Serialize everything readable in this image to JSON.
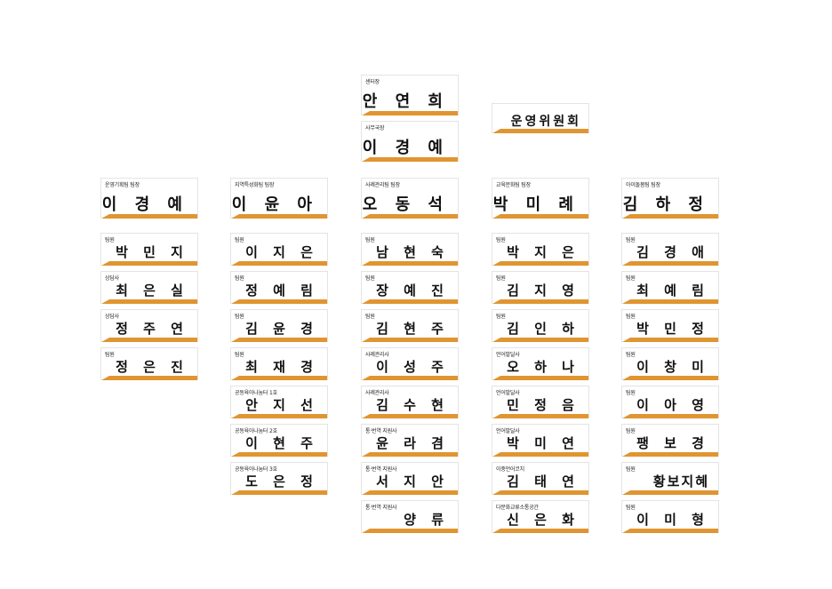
{
  "director": {
    "role": "센터장",
    "name": "안 연 희"
  },
  "secretary": {
    "role": "사무국장",
    "name": "이 경 예"
  },
  "committee": {
    "name": "운영위원회"
  },
  "teams": [
    {
      "lead": {
        "role": "운영기획팀 팀장",
        "name": "이 경 예"
      },
      "members": [
        {
          "role": "팀원",
          "name": "박 민 지"
        },
        {
          "role": "상담사",
          "name": "최 은 실"
        },
        {
          "role": "상담사",
          "name": "정 주 연"
        },
        {
          "role": "팀원",
          "name": "정 은 진"
        }
      ]
    },
    {
      "lead": {
        "role": "지역특성화팀 팀장",
        "name": "이 윤 아"
      },
      "members": [
        {
          "role": "팀원",
          "name": "이 지 은"
        },
        {
          "role": "팀원",
          "name": "정 예 림"
        },
        {
          "role": "팀원",
          "name": "김 윤 경"
        },
        {
          "role": "팀원",
          "name": "최 재 경"
        },
        {
          "role": "공동육아나눔터 1호",
          "name": "안 지 선"
        },
        {
          "role": "공동육아나눔터 2호",
          "name": "이 현 주"
        },
        {
          "role": "공동육아나눔터 3호",
          "name": "도 은 정"
        }
      ]
    },
    {
      "lead": {
        "role": "사례관리팀 팀장",
        "name": "오 동 석"
      },
      "members": [
        {
          "role": "팀원",
          "name": "남 현 숙"
        },
        {
          "role": "팀원",
          "name": "장 예 진"
        },
        {
          "role": "팀원",
          "name": "김 현 주"
        },
        {
          "role": "사례관리사",
          "name": "이 성 주"
        },
        {
          "role": "사례관리사",
          "name": "김 수 현"
        },
        {
          "role": "통·번역 지원사",
          "name": "윤 라 겸"
        },
        {
          "role": "통·번역 지원사",
          "name": "서 지 안"
        },
        {
          "role": "통·번역 지원사",
          "name": "양 류"
        }
      ]
    },
    {
      "lead": {
        "role": "교육문화팀 팀장",
        "name": "박 미 례"
      },
      "members": [
        {
          "role": "팀원",
          "name": "박 지 은"
        },
        {
          "role": "팀원",
          "name": "김 지 영"
        },
        {
          "role": "팀원",
          "name": "김 인 하"
        },
        {
          "role": "언어발달사",
          "name": "오 하 나"
        },
        {
          "role": "언어발달사",
          "name": "민 정 음"
        },
        {
          "role": "언어발달사",
          "name": "박 미 연"
        },
        {
          "role": "이중언어코치",
          "name": "김 태 연"
        },
        {
          "role": "다문화교류소통공간",
          "name": "신 은 화"
        }
      ]
    },
    {
      "lead": {
        "role": "아이돌봄팀 팀장",
        "name": "김 하 정"
      },
      "members": [
        {
          "role": "팀원",
          "name": "김 경 애"
        },
        {
          "role": "팀원",
          "name": "최 예 림"
        },
        {
          "role": "팀원",
          "name": "박 민 정"
        },
        {
          "role": "팀원",
          "name": "이 창 미"
        },
        {
          "role": "팀원",
          "name": "이 아 영"
        },
        {
          "role": "팀원",
          "name": "팽 보 경"
        },
        {
          "role": "팀원",
          "name": "황보지혜"
        },
        {
          "role": "팀원",
          "name": "이 미 형"
        }
      ]
    }
  ],
  "colors": {
    "accent_bar": "#e09531"
  }
}
